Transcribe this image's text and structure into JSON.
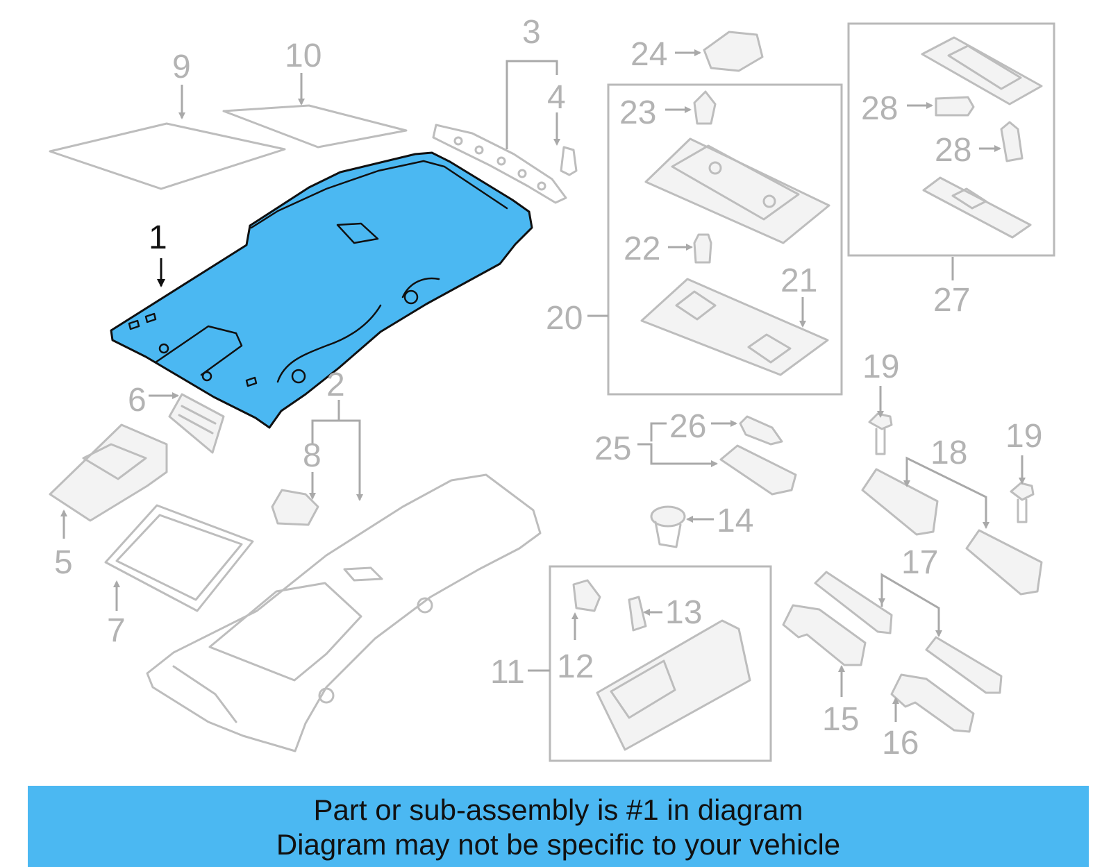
{
  "callouts": [
    {
      "id": "n1",
      "text": "1"
    },
    {
      "id": "n2",
      "text": "2"
    },
    {
      "id": "n3",
      "text": "3"
    },
    {
      "id": "n4",
      "text": "4"
    },
    {
      "id": "n5",
      "text": "5"
    },
    {
      "id": "n6",
      "text": "6"
    },
    {
      "id": "n7",
      "text": "7"
    },
    {
      "id": "n8",
      "text": "8"
    },
    {
      "id": "n9",
      "text": "9"
    },
    {
      "id": "n10",
      "text": "10"
    },
    {
      "id": "n11",
      "text": "11"
    },
    {
      "id": "n12",
      "text": "12"
    },
    {
      "id": "n13",
      "text": "13"
    },
    {
      "id": "n14",
      "text": "14"
    },
    {
      "id": "n15",
      "text": "15"
    },
    {
      "id": "n16",
      "text": "16"
    },
    {
      "id": "n17",
      "text": "17"
    },
    {
      "id": "n18",
      "text": "18"
    },
    {
      "id": "n19a",
      "text": "19"
    },
    {
      "id": "n19b",
      "text": "19"
    },
    {
      "id": "n20",
      "text": "20"
    },
    {
      "id": "n21",
      "text": "21"
    },
    {
      "id": "n22",
      "text": "22"
    },
    {
      "id": "n23",
      "text": "23"
    },
    {
      "id": "n24",
      "text": "24"
    },
    {
      "id": "n25",
      "text": "25"
    },
    {
      "id": "n26",
      "text": "26"
    },
    {
      "id": "n27",
      "text": "27"
    },
    {
      "id": "n28a",
      "text": "28"
    },
    {
      "id": "n28b",
      "text": "28"
    }
  ],
  "highlighted_part": "1",
  "colors": {
    "highlight": "#4bb8f2",
    "banner": "#4bb8f2",
    "parts": "#bdbdbd"
  },
  "banner": {
    "line1": "Part or sub-assembly is #1 in diagram",
    "line2": "Diagram may not be specific to your vehicle"
  }
}
